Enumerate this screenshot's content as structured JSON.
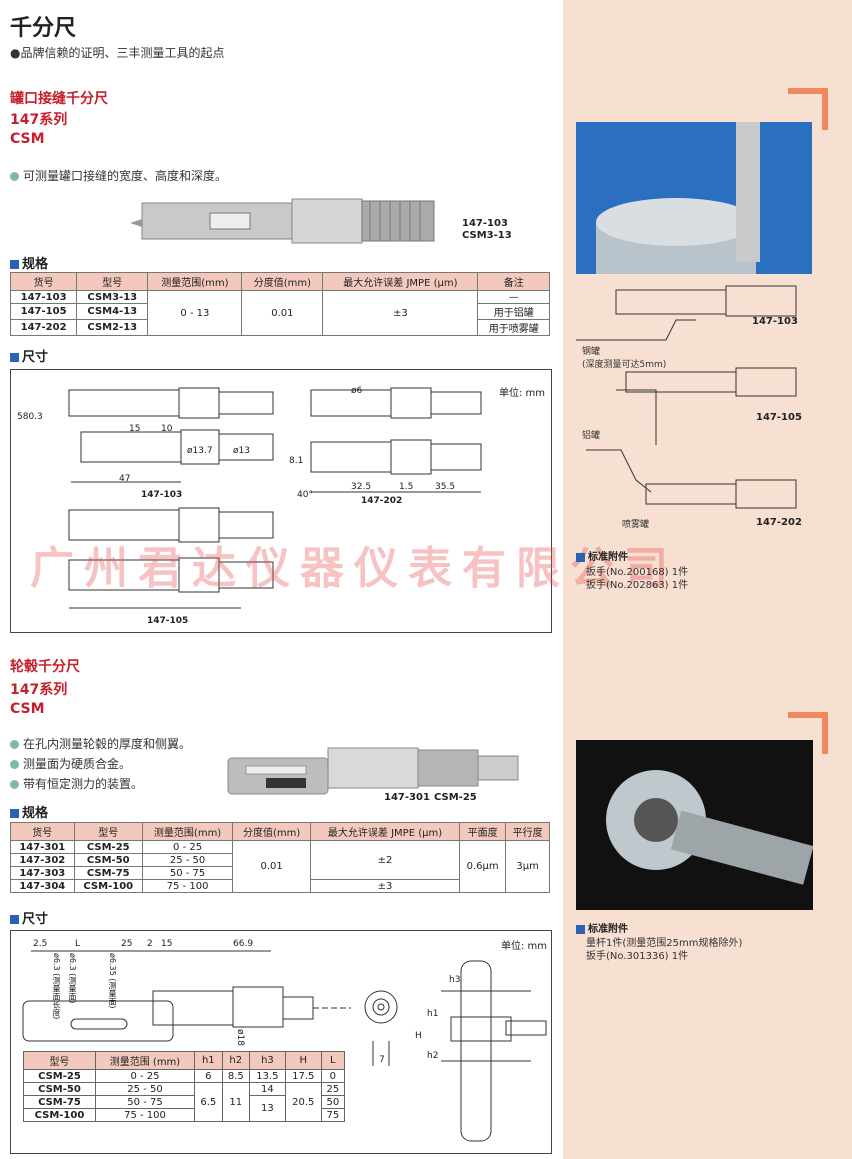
{
  "title": "千分尺",
  "subtitle": "●品牌信赖的证明、三丰测量工具的起点",
  "sec1": {
    "name": "罐口接缝千分尺",
    "series": "147系列",
    "code": "CSM",
    "bullets": [
      "可测量罐口接缝的宽度、高度和深度。"
    ],
    "caption1": "147-103",
    "caption2": "CSM3-13",
    "spec_title": "规格",
    "headers": [
      "货号",
      "型号",
      "测量范围(mm)",
      "分度值(mm)",
      "最大允许误差 JMPE (μm)",
      "备注"
    ],
    "rows": [
      {
        "c": "147-103",
        "m": "CSM3-13",
        "note": "—"
      },
      {
        "c": "147-105",
        "m": "CSM4-13",
        "note": "用于铝罐"
      },
      {
        "c": "147-202",
        "m": "CSM2-13",
        "note": "用于喷雾罐"
      }
    ],
    "range": "0 - 13",
    "grad": "0.01",
    "err": "±3",
    "dim_title": "尺寸",
    "unit": "单位: mm",
    "d_labels": [
      "147-103",
      "147-202",
      "147-105"
    ],
    "dims": [
      "580.3",
      "15",
      "10",
      "47",
      "32.5",
      "1.5",
      "35.5",
      "8.1",
      "40°",
      "ø13.7",
      "ø13",
      "ø6"
    ]
  },
  "sec2": {
    "name": "轮毂千分尺",
    "series": "147系列",
    "code": "CSM",
    "bullets": [
      "在孔内测量轮毂的厚度和侧翼。",
      "测量面为硬质合金。",
      "带有恒定测力的装置。"
    ],
    "caption1": "147-301",
    "caption2": "CSM-25",
    "spec_title": "规格",
    "headers": [
      "货号",
      "型号",
      "测量范围(mm)",
      "分度值(mm)",
      "最大允许误差 JMPE (μm)",
      "平面度",
      "平行度"
    ],
    "rows": [
      {
        "c": "147-301",
        "m": "CSM-25",
        "r": "0 - 25"
      },
      {
        "c": "147-302",
        "m": "CSM-50",
        "r": "25 - 50"
      },
      {
        "c": "147-303",
        "m": "CSM-75",
        "r": "50 - 75"
      },
      {
        "c": "147-304",
        "m": "CSM-100",
        "r": "75 - 100"
      }
    ],
    "grad": "0.01",
    "err1": "±2",
    "err2": "±3",
    "flat": "0.6μm",
    "para": "3μm",
    "dim_title": "尺寸",
    "unit": "单位: mm",
    "dims_top": [
      "2.5",
      "L",
      "25",
      "2",
      "15",
      "66.9"
    ],
    "dim_vert": [
      "ø6.3 (测量面长度)",
      "ø6.3 (测量面)",
      "ø6.35 (测量面)",
      "ø18",
      "7",
      "h1",
      "h2",
      "h3",
      "H"
    ],
    "dtable_headers": [
      "型号",
      "测量范围 (mm)",
      "h1",
      "h2",
      "h3",
      "H",
      "L"
    ],
    "dtable": [
      [
        "CSM-25",
        "0 - 25",
        "6",
        "8.5",
        "13.5",
        "17.5",
        "0"
      ],
      [
        "CSM-50",
        "25 - 50",
        "",
        "",
        "14",
        "",
        "25"
      ],
      [
        "CSM-75",
        "50 - 75",
        "6.5",
        "11",
        "",
        "20.5",
        "50"
      ],
      [
        "CSM-100",
        "75 - 100",
        "",
        "",
        "13",
        "",
        "75"
      ]
    ]
  },
  "side": {
    "labels": [
      "147-103",
      "147-105",
      "147-202"
    ],
    "can1": "钢罐\n(深度测量可达5mm)",
    "can2": "铝罐",
    "can3": "喷雾罐",
    "acc_title": "标准附件",
    "acc1": [
      "扳手(No.200168) 1件",
      "扳手(No.202863) 1件"
    ],
    "acc2": [
      "量杆1件(测量范围25mm规格除外)",
      "扳手(No.301336) 1件"
    ]
  },
  "watermark": "广州君达仪器仪表有限公司"
}
